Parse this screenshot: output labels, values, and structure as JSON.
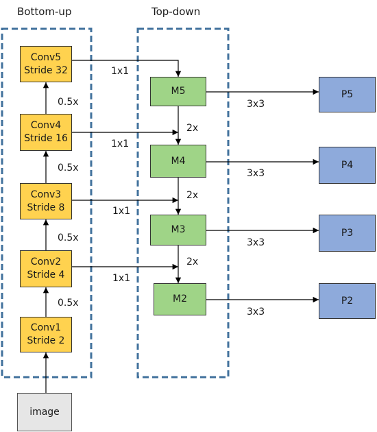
{
  "headings": {
    "bottom_up": "Bottom-up",
    "top_down": "Top-down"
  },
  "conv": [
    {
      "name": "Conv5",
      "stride": "Stride 32"
    },
    {
      "name": "Conv4",
      "stride": "Stride 16"
    },
    {
      "name": "Conv3",
      "stride": "Stride 8"
    },
    {
      "name": "Conv2",
      "stride": "Stride 4"
    },
    {
      "name": "Conv1",
      "stride": "Stride 2"
    }
  ],
  "m": [
    "M5",
    "M4",
    "M3",
    "M2"
  ],
  "p": [
    "P5",
    "P4",
    "P3",
    "P2"
  ],
  "image": "image",
  "labels": {
    "downsample": "0.5x",
    "lateral": "1x1",
    "upsample": "2x",
    "smooth": "3x3"
  },
  "colors": {
    "conv": "#ffd24f",
    "m": "#9fd487",
    "p": "#8eaadb",
    "image": "#e6e6e6",
    "dashed_border": "#41719c"
  }
}
